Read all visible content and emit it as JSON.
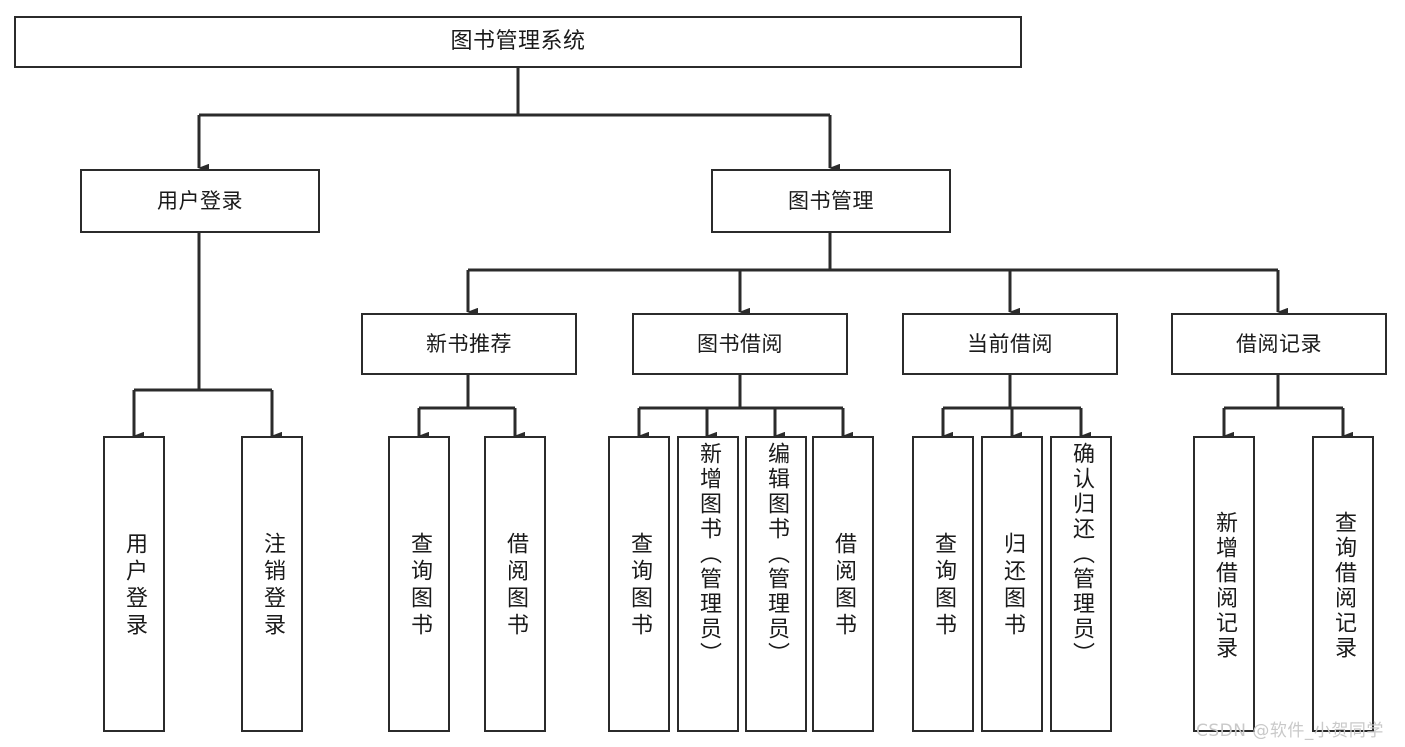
{
  "diagram": {
    "type": "tree-hierarchy",
    "title": "图书管理系统",
    "watermark": "CSDN @软件_小贺同学",
    "colors": {
      "stroke": "#2b2b2b",
      "fill": "#ffffff",
      "text": "#1a1a1a",
      "watermark": "#c9c9c9"
    },
    "nodes": {
      "root": {
        "label": "图书管理系统"
      },
      "level1": [
        {
          "id": "user-login",
          "label": "用户登录"
        },
        {
          "id": "book-manage",
          "label": "图书管理"
        }
      ],
      "level2": [
        {
          "id": "new-book-recommend",
          "label": "新书推荐"
        },
        {
          "id": "book-borrow",
          "label": "图书借阅"
        },
        {
          "id": "current-borrow",
          "label": "当前借阅"
        },
        {
          "id": "borrow-record",
          "label": "借阅记录"
        }
      ],
      "leaves": {
        "user-login": [
          {
            "id": "leaf-user-login",
            "label": "用户登录"
          },
          {
            "id": "leaf-logout-login",
            "label": "注销登录"
          }
        ],
        "new-book-recommend": [
          {
            "id": "leaf-query-book-1",
            "label": "查询图书"
          },
          {
            "id": "leaf-borrow-book-1",
            "label": "借阅图书"
          }
        ],
        "book-borrow": [
          {
            "id": "leaf-query-book-2",
            "label": "查询图书"
          },
          {
            "id": "leaf-add-book",
            "label": "新增图书（管理员）"
          },
          {
            "id": "leaf-edit-book",
            "label": "编辑图书（管理员）"
          },
          {
            "id": "leaf-borrow-book-2",
            "label": "借阅图书"
          }
        ],
        "current-borrow": [
          {
            "id": "leaf-query-book-3",
            "label": "查询图书"
          },
          {
            "id": "leaf-return-book",
            "label": "归还图书"
          },
          {
            "id": "leaf-confirm-return",
            "label": "确认归还（管理员）"
          }
        ],
        "borrow-record": [
          {
            "id": "leaf-add-record",
            "label": "新增借阅记录"
          },
          {
            "id": "leaf-query-record",
            "label": "查询借阅记录"
          }
        ]
      }
    }
  }
}
